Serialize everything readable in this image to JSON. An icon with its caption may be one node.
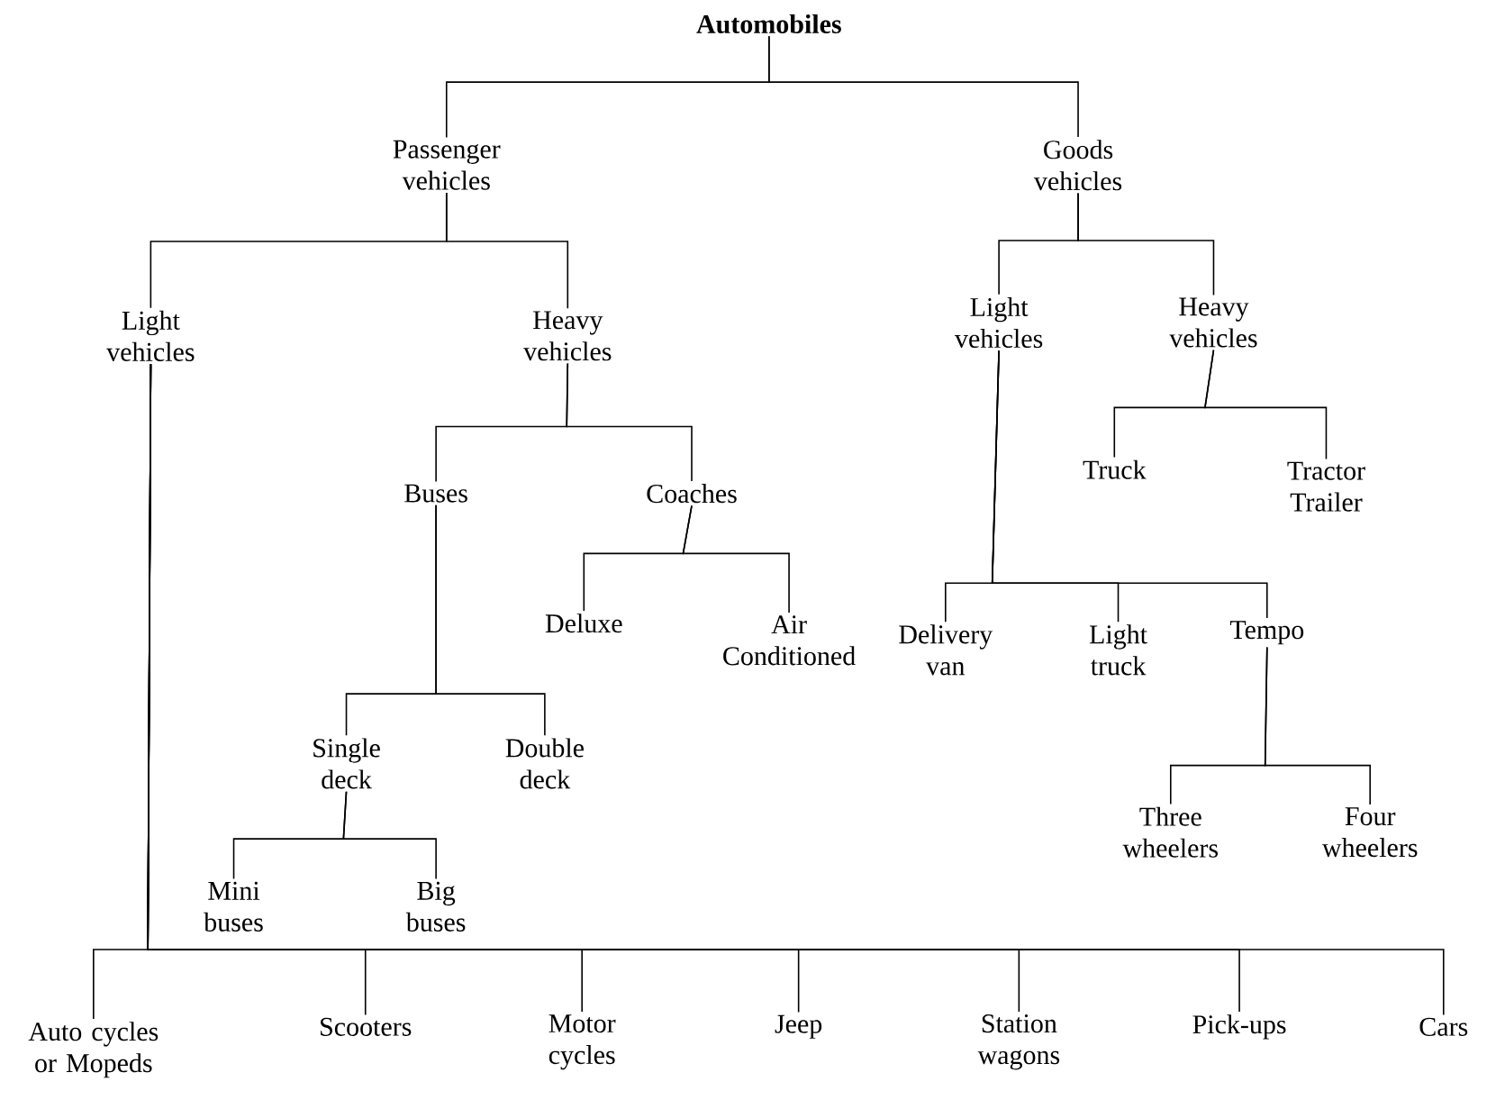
{
  "diagram": {
    "nodes": [
      {
        "text": [
          "Automobiles"
        ]
      },
      {
        "text": [
          "Passenger vehicles"
        ]
      },
      {
        "text": [
          "Goods vehicles"
        ]
      },
      {
        "text": [
          "Light vehicles"
        ]
      },
      {
        "text": [
          "Heavy vehicles"
        ]
      },
      {
        "text": [
          "Light vehicles"
        ]
      },
      {
        "text": [
          "Heavy vehicles"
        ]
      },
      {
        "text": [
          "Buses"
        ]
      },
      {
        "text": [
          "Coaches"
        ]
      },
      {
        "text": [
          "Truck"
        ]
      },
      {
        "text": [
          "Tractor Trailer"
        ]
      },
      {
        "text": [
          "Deluxe"
        ]
      },
      {
        "text": [
          "Air Conditioned"
        ]
      },
      {
        "text": [
          "Delivery van"
        ]
      },
      {
        "text": [
          "Light truck"
        ]
      },
      {
        "text": [
          "Tempo"
        ]
      },
      {
        "text": [
          "Single deck"
        ]
      },
      {
        "text": [
          "Double deck"
        ]
      },
      {
        "text": [
          "Three wheelers"
        ]
      },
      {
        "text": [
          "Four wheelers"
        ]
      },
      {
        "text": [
          "Mini buses"
        ]
      },
      {
        "text": [
          "Big buses"
        ]
      },
      {
        "text": [
          "Auto cycles or Mopeds"
        ]
      },
      {
        "text": [
          "Scooters"
        ]
      },
      {
        "text": [
          "Motor cycles"
        ]
      },
      {
        "text": [
          "Jeep"
        ]
      },
      {
        "text": [
          "Station wagons"
        ]
      },
      {
        "text": [
          "Pick-ups"
        ]
      },
      {
        "text": [
          "Cars"
        ]
      }
    ],
    "edges": [
      {
        "from": 0,
        "to": 1,
        "arrow": "none"
      },
      {
        "from": 0,
        "to": 2,
        "arrow": "none"
      },
      {
        "from": 1,
        "to": 3,
        "arrow": "none"
      },
      {
        "from": 1,
        "to": 4,
        "arrow": "none"
      },
      {
        "from": 2,
        "to": 5,
        "arrow": "none"
      },
      {
        "from": 2,
        "to": 6,
        "arrow": "none"
      },
      {
        "from": 4,
        "to": 7,
        "arrow": "none"
      },
      {
        "from": 4,
        "to": 8,
        "arrow": "none"
      },
      {
        "from": 6,
        "to": 9,
        "arrow": "none"
      },
      {
        "from": 6,
        "to": 10,
        "arrow": "none"
      },
      {
        "from": 8,
        "to": 11,
        "arrow": "none"
      },
      {
        "from": 8,
        "to": 12,
        "arrow": "none"
      },
      {
        "from": 5,
        "to": 13,
        "arrow": "none"
      },
      {
        "from": 5,
        "to": 14,
        "arrow": "none"
      },
      {
        "from": 5,
        "to": 15,
        "arrow": "none"
      },
      {
        "from": 7,
        "to": 16,
        "arrow": "none"
      },
      {
        "from": 7,
        "to": 17,
        "arrow": "none"
      },
      {
        "from": 15,
        "to": 18,
        "arrow": "none"
      },
      {
        "from": 15,
        "to": 19,
        "arrow": "none"
      },
      {
        "from": 16,
        "to": 20,
        "arrow": "none"
      },
      {
        "from": 16,
        "to": 21,
        "arrow": "none"
      },
      {
        "from": 3,
        "to": 22,
        "arrow": "none"
      },
      {
        "from": 3,
        "to": 23,
        "arrow": "none"
      },
      {
        "from": 3,
        "to": 24,
        "arrow": "none"
      },
      {
        "from": 3,
        "to": 25,
        "arrow": "none"
      },
      {
        "from": 3,
        "to": 26,
        "arrow": "none"
      },
      {
        "from": 3,
        "to": 27,
        "arrow": "none"
      },
      {
        "from": 3,
        "to": 28,
        "arrow": "none"
      }
    ]
  }
}
